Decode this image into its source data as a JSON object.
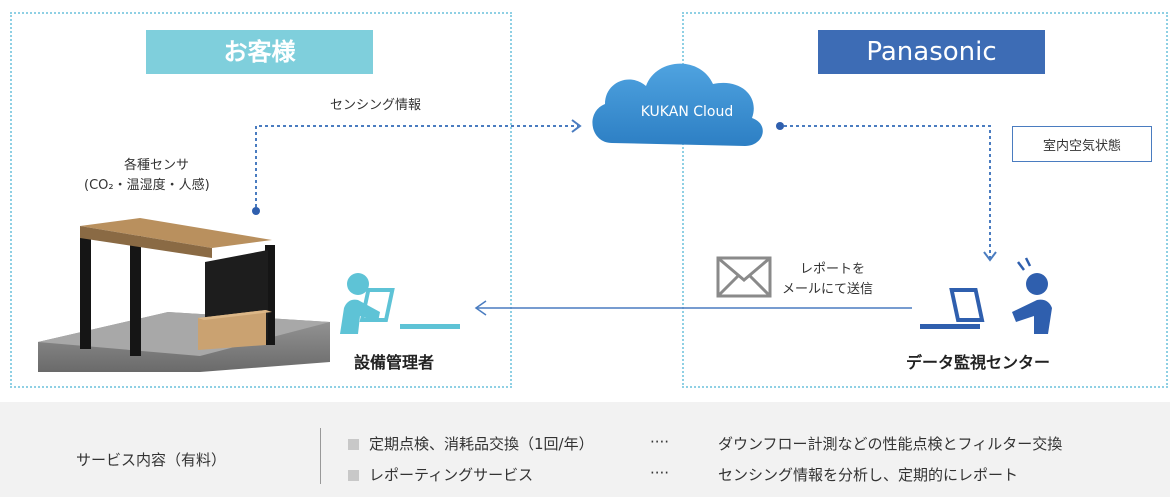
{
  "customer": {
    "header": "お客様",
    "sensor_label_1": "各種センサ",
    "sensor_label_2": "(CO₂・温湿度・人感)",
    "sensing_label": "センシング情報",
    "manager_label": "設備管理者"
  },
  "panasonic": {
    "header": "Panasonic",
    "cloud_label": "KUKAN Cloud",
    "room_air_label": "室内空気状態",
    "report_label_1": "レポートを",
    "report_label_2": "メールにて送信",
    "center_label": "データ監視センター"
  },
  "services": {
    "title": "サービス内容（有料）",
    "items": [
      {
        "name": "定期点検、消耗品交換（1回/年）",
        "dots": "····",
        "desc": "ダウンフロー計測などの性能点検とフィルター交換"
      },
      {
        "name": "レポーティングサービス",
        "dots": "····",
        "desc": "センシング情報を分析し、定期的にレポート"
      }
    ]
  },
  "colors": {
    "customer_header": "#7fcfdc",
    "panasonic_header": "#3d6cb5",
    "cloud": "#3a8fd0",
    "arrow": "#4a7cc0",
    "person_customer": "#5ec3d6",
    "person_center": "#2f5fae"
  }
}
